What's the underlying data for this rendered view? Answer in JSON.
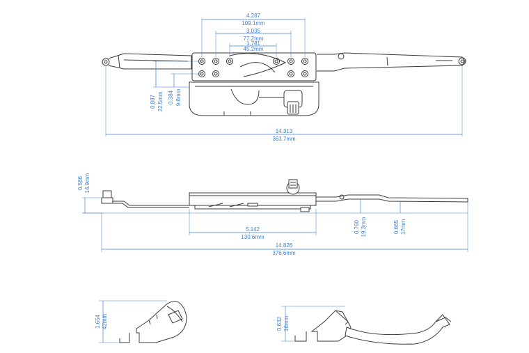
{
  "dimensions": {
    "top_4287": {
      "inch": "4.287",
      "mm": "109.1mm"
    },
    "top_3035": {
      "inch": "3.035",
      "mm": "77.2mm"
    },
    "top_1781": {
      "inch": "1.781",
      "mm": "45.2mm"
    },
    "top_0887": {
      "inch": "0.887",
      "mm": "22.5mm"
    },
    "top_0384": {
      "inch": "0.384",
      "mm": "9.8mm"
    },
    "top_overall": {
      "inch": "14.313",
      "mm": "363.7mm"
    },
    "side_0586": {
      "inch": "0.586",
      "mm": "14.9mm"
    },
    "side_5142": {
      "inch": "5.142",
      "mm": "130.6mm"
    },
    "side_0760": {
      "inch": "0.760",
      "mm": "19.3mm"
    },
    "side_0665": {
      "inch": "0.665",
      "mm": "17mm"
    },
    "side_overall": {
      "inch": "14.826",
      "mm": "376.6mm"
    },
    "detail_left": {
      "inch": "1.654",
      "mm": "42mm"
    },
    "detail_right": {
      "inch": "0.632",
      "mm": "16mm"
    }
  }
}
